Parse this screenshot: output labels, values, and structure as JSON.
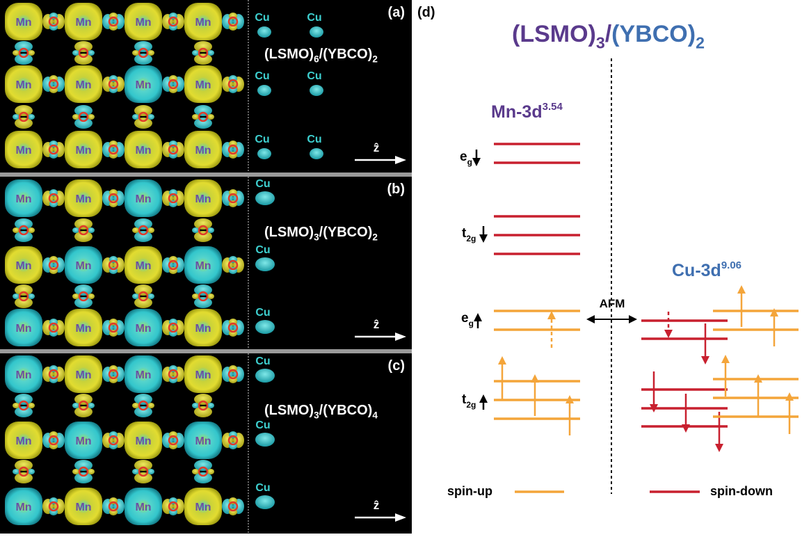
{
  "panels": [
    {
      "label": "(a)",
      "formula": {
        "a": "(LSMO)",
        "a_sub": "6",
        "sep": "/",
        "b": "(YBCO)",
        "b_sub": "2"
      },
      "axis": "ẑ",
      "cu": "Cu",
      "mn": "Mn"
    },
    {
      "label": "(b)",
      "formula": {
        "a": "(LSMO)",
        "a_sub": "3",
        "sep": "/",
        "b": "(YBCO)",
        "b_sub": "2"
      },
      "axis": "ẑ",
      "cu": "Cu",
      "mn": "Mn"
    },
    {
      "label": "(c)",
      "formula": {
        "a": "(LSMO)",
        "a_sub": "3",
        "sep": "/",
        "b": "(YBCO)",
        "b_sub": "4"
      },
      "axis": "ẑ",
      "cu": "Cu",
      "mn": "Mn"
    }
  ],
  "diagram": {
    "label": "(d)",
    "title": {
      "a": "(LSMO)",
      "a_sub": "3",
      "sep": "/",
      "b": "(YBCO)",
      "b_sub": "2"
    },
    "mn": {
      "text": "Mn-3d",
      "sup": "3.54"
    },
    "cu": {
      "text": "Cu-3d",
      "sup": "9.06"
    },
    "levels": {
      "eg": "e",
      "eg_sub": "g",
      "t2g": "t",
      "t2g_sub": "2g"
    },
    "afm": "AFM",
    "legend": {
      "up": "spin-up",
      "down": "spin-down"
    }
  },
  "colors": {
    "spin_up": "#f4a53a",
    "spin_down": "#c8202f",
    "lsmo": "#5a3a8c",
    "ybco": "#3f6fb0",
    "mn_lobe_yellow": "#d9d62e",
    "mn_lobe_cyan": "#3ed0d0"
  }
}
